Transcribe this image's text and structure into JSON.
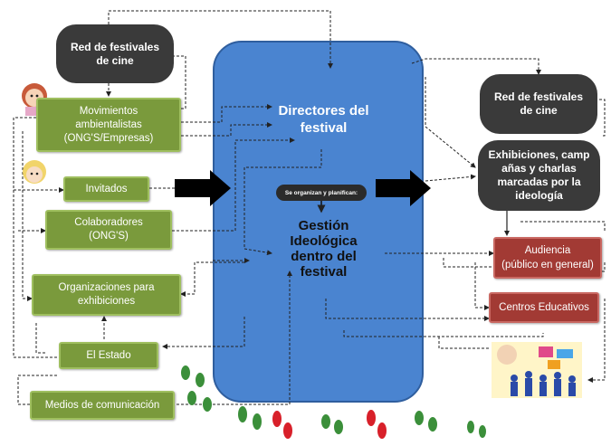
{
  "nodes": {
    "red_festivales_left": "Red de festivales\nde cine",
    "movimientos": "Movimientos\nambientalistas\n(ONG'S/Empresas)",
    "invitados": "Invitados",
    "colaboradores": "Colaboradores\n(ONG'S)",
    "organizaciones": "Organizaciones para\nexhibiciones",
    "estado": "El Estado",
    "medios": "Medios de comunicación",
    "directores": "Directores del\nfestival",
    "se_organizan": "Se organizan y planifican:",
    "gestion": "Gestión\nIdeológica\ndentro del\nfestival",
    "red_festivales_right": "Red de festivales\nde cine",
    "exhibiciones": "Exhibiciones, camp\nañas y charlas\nmarcadas por la\nideología",
    "audiencia": "Audiencia\n(público en general)",
    "centros": "Centros Educativos"
  },
  "colors": {
    "green": "#7a9a3c",
    "dark": "#3a3a3a",
    "central_blue": "#4a84d0",
    "red": "#a23a34"
  },
  "icons": [
    "woman-avatar-icon",
    "blonde-avatar-icon",
    "audience-crowd-icon",
    "footprint-icon"
  ]
}
